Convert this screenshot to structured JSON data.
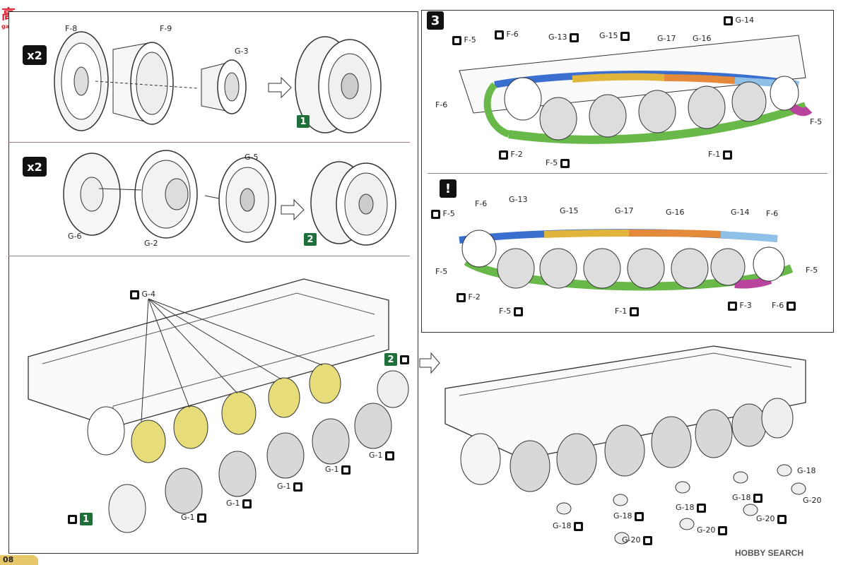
{
  "header": {
    "logo_text": "高",
    "logo_sub": "gao.com.cn"
  },
  "panel1": {
    "multiplier_a": "x2",
    "multiplier_b": "x2",
    "labels": {
      "f8": "F-8",
      "f9": "F-9",
      "g3": "G-3",
      "g6": "G-6",
      "g2": "G-2",
      "g5": "G-5"
    },
    "result_a": "1",
    "result_b": "2"
  },
  "panel2": {
    "labels": {
      "g4": "G-4",
      "g1": "G-1"
    },
    "ref_1": "1",
    "ref_2": "2"
  },
  "panel3": {
    "step": "3",
    "labels": {
      "f5": "F-5",
      "f6": "F-6",
      "g13": "G-13",
      "g15": "G-15",
      "g17": "G-17",
      "g16": "G-16",
      "g14": "G-14",
      "f2": "F-2",
      "f1": "F-1",
      "f3": "F-3"
    },
    "warning": "!"
  },
  "panel4": {
    "labels": {
      "g18": "G-18",
      "g20": "G-20"
    }
  },
  "footer": {
    "watermark": "HOBBY SEARCH",
    "page_number": "08"
  },
  "colors": {
    "accent_green": "#1f6f3a",
    "wheel_yellow": "#e6dc7a",
    "track_blue": "#3a6fd0",
    "track_yellow": "#e1b53c",
    "track_orange": "#e58a3a",
    "track_red": "#d8453b",
    "track_lightblue": "#8ec0e8",
    "track_magenta": "#b8449e",
    "track_green": "#69b84a"
  }
}
